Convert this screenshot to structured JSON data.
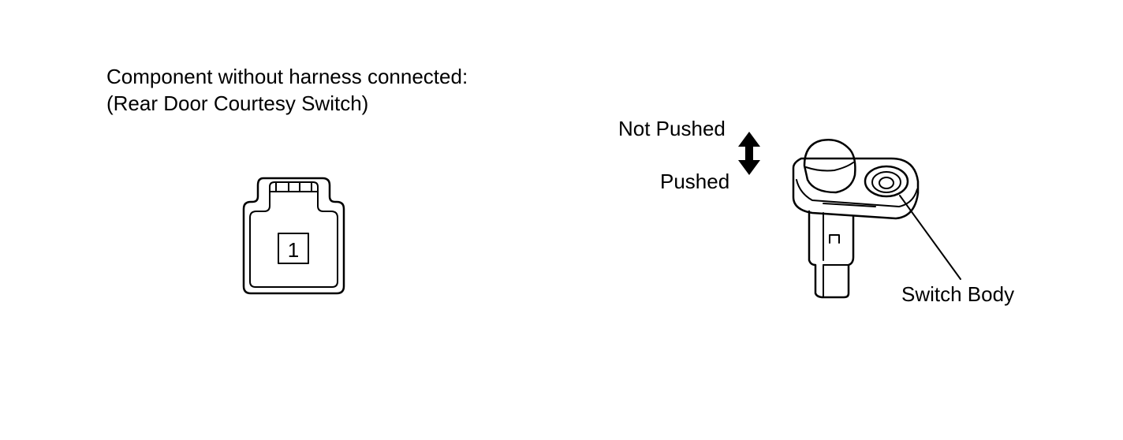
{
  "caption": {
    "line1": "Component without harness connected:",
    "line2": "(Rear Door Courtesy Switch)"
  },
  "connector": {
    "pin_label": "1"
  },
  "switch": {
    "state_up_label": "Not Pushed",
    "state_down_label": "Pushed",
    "part_label": "Switch Body"
  },
  "colors": {
    "line": "#000000",
    "background": "#ffffff"
  },
  "icons": {
    "connector": "connector-front-view-icon",
    "arrow": "double-arrow-vertical-icon",
    "switch": "courtesy-switch-icon"
  }
}
